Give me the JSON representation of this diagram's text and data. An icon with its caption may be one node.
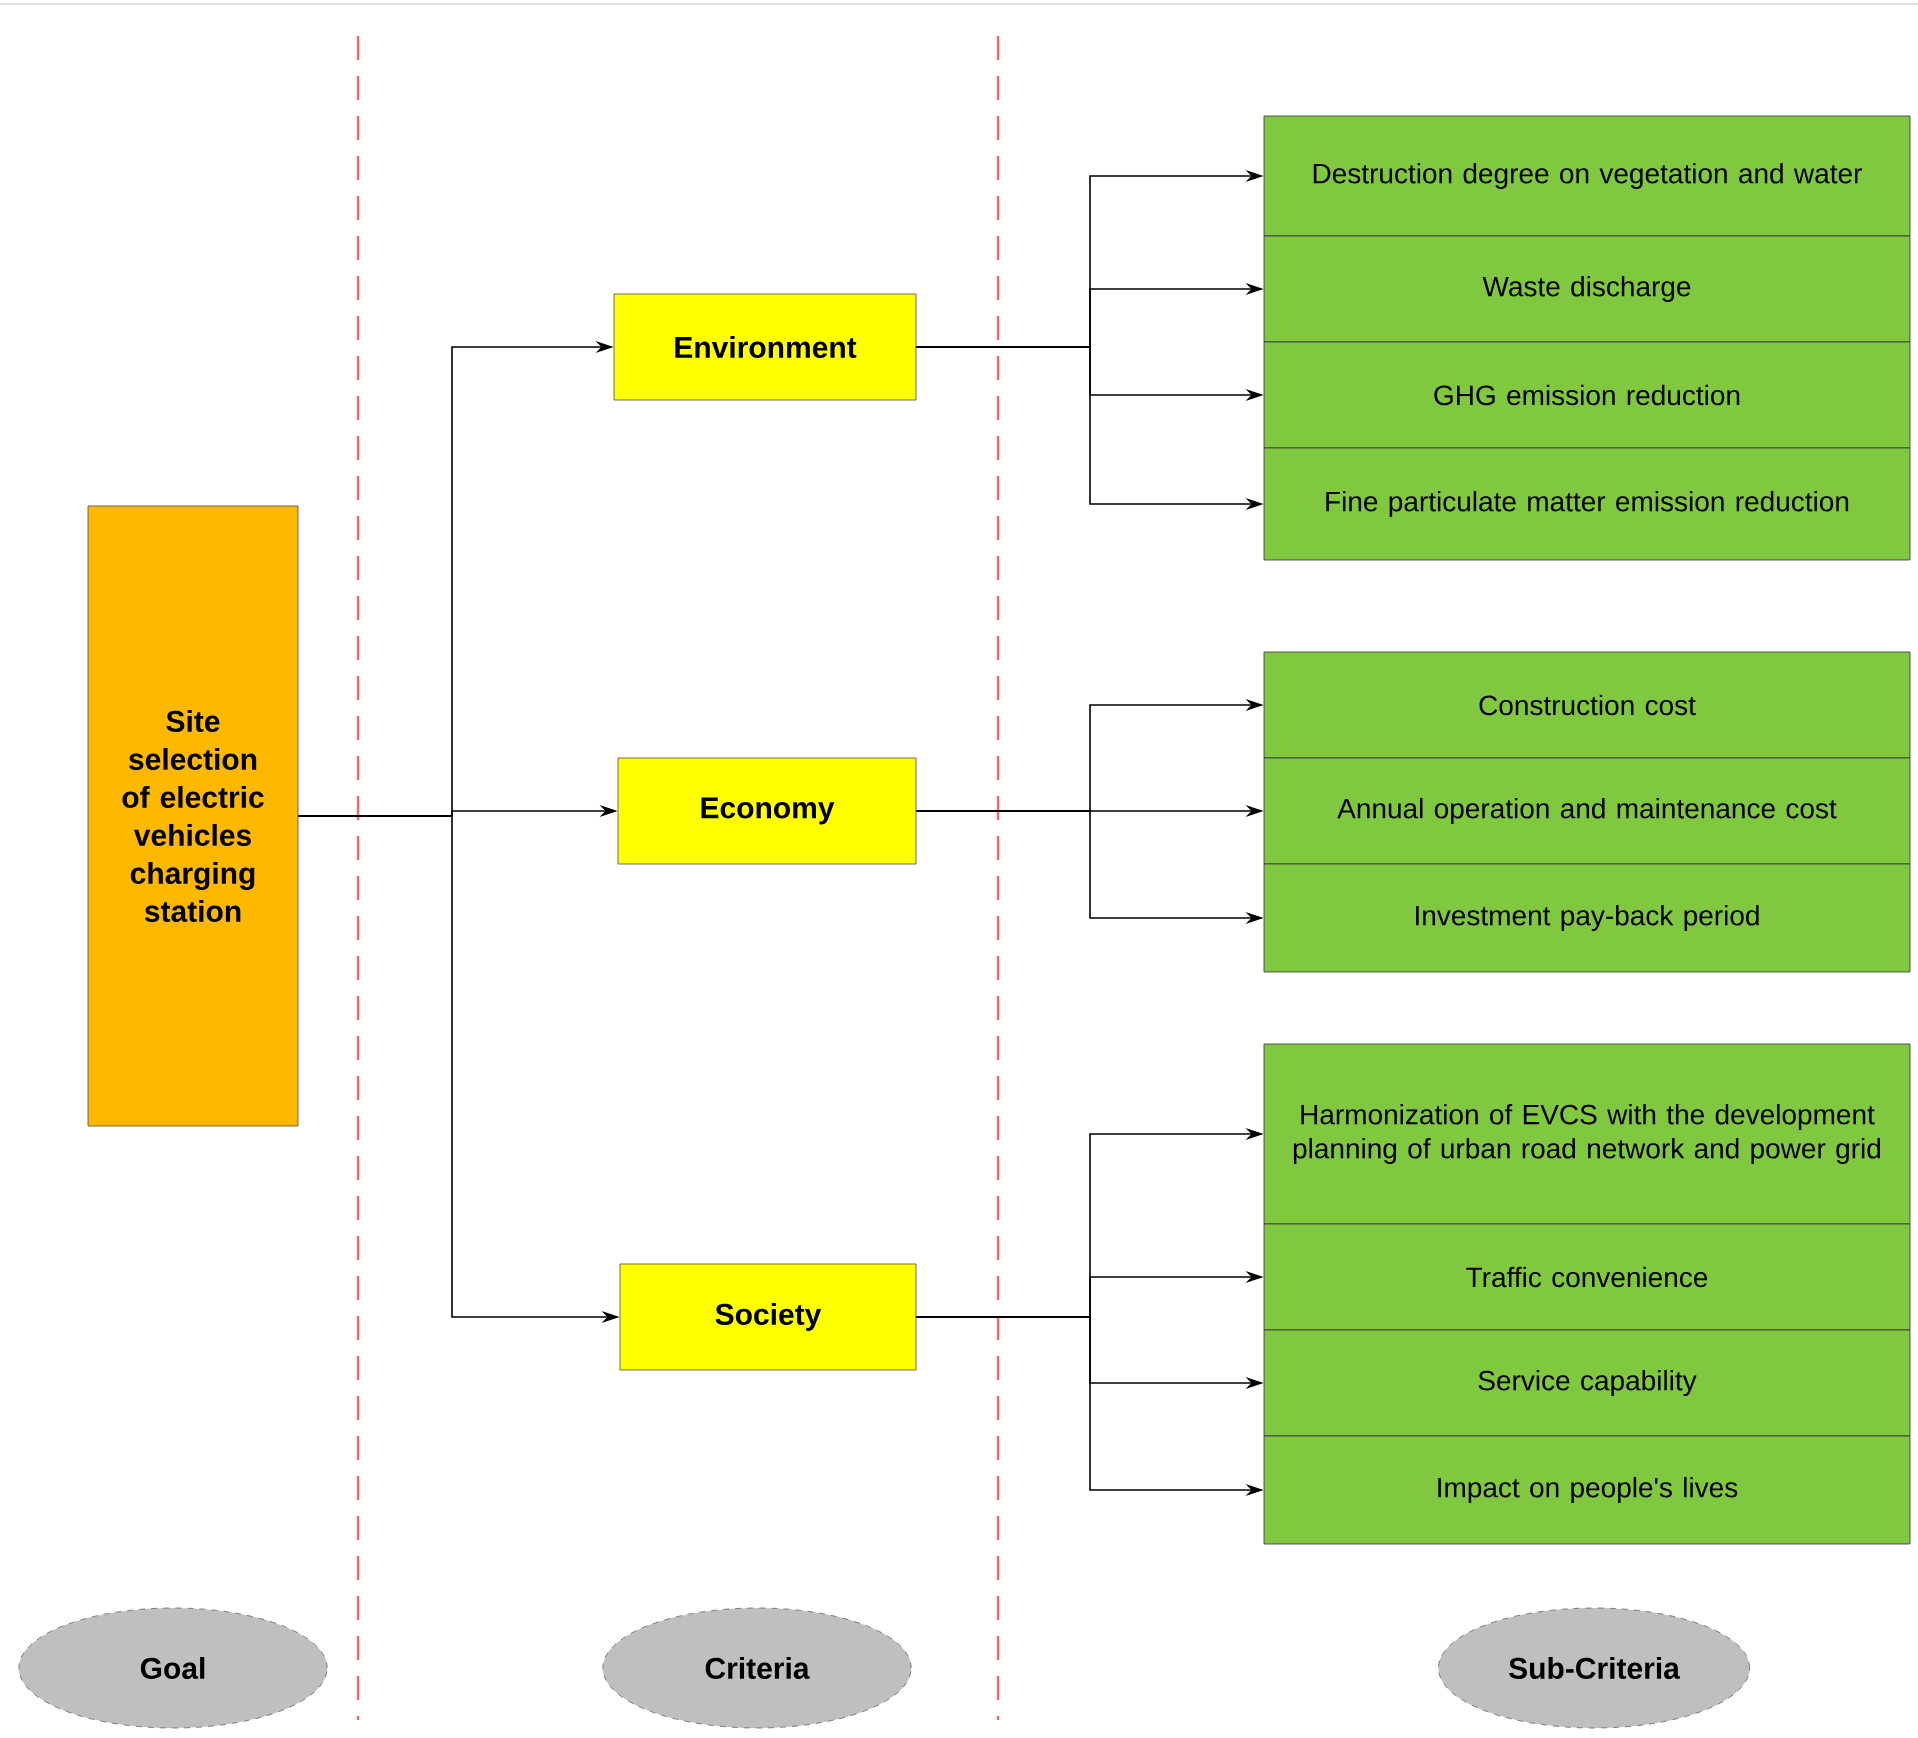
{
  "diagram": {
    "nodes": [
      {
        "text": [
          "Site selection of electric vehicles charging station"
        ]
      },
      {
        "text": [
          "Environment"
        ]
      },
      {
        "text": [
          "Economy"
        ]
      },
      {
        "text": [
          "Society"
        ]
      },
      {
        "text": [
          "Destruction degree on vegetation and  water"
        ]
      },
      {
        "text": [
          "Waste discharge"
        ]
      },
      {
        "text": [
          "GHG emission reduction"
        ]
      },
      {
        "text": [
          "Fine particulate matter emission reduction"
        ]
      },
      {
        "text": [
          "Construction cost"
        ]
      },
      {
        "text": [
          "Annual operation and maintenance cost"
        ]
      },
      {
        "text": [
          "Investment pay-back period"
        ]
      },
      {
        "text": [
          "Harmonization of EVCS with the development planning of urban road network and power grid"
        ]
      },
      {
        "text": [
          "Traffic convenience"
        ]
      },
      {
        "text": [
          "Service capability"
        ]
      },
      {
        "text": [
          "Impact on people's lives"
        ]
      },
      {
        "text": [
          "Goal"
        ]
      },
      {
        "text": [
          "Criteria"
        ]
      },
      {
        "text": [
          "Sub-Criteria"
        ]
      }
    ],
    "edges": [
      {
        "from": 0,
        "to": 1,
        "arrow": "to"
      },
      {
        "from": 0,
        "to": 2,
        "arrow": "to"
      },
      {
        "from": 0,
        "to": 3,
        "arrow": "to"
      },
      {
        "from": 1,
        "to": 4,
        "arrow": "to"
      },
      {
        "from": 1,
        "to": 5,
        "arrow": "to"
      },
      {
        "from": 1,
        "to": 6,
        "arrow": "to"
      },
      {
        "from": 1,
        "to": 7,
        "arrow": "to"
      },
      {
        "from": 2,
        "to": 8,
        "arrow": "to"
      },
      {
        "from": 2,
        "to": 9,
        "arrow": "to"
      },
      {
        "from": 2,
        "to": 10,
        "arrow": "to"
      },
      {
        "from": 3,
        "to": 11,
        "arrow": "to"
      },
      {
        "from": 3,
        "to": 12,
        "arrow": "to"
      },
      {
        "from": 3,
        "to": 13,
        "arrow": "to"
      },
      {
        "from": 3,
        "to": 14,
        "arrow": "to"
      }
    ]
  }
}
